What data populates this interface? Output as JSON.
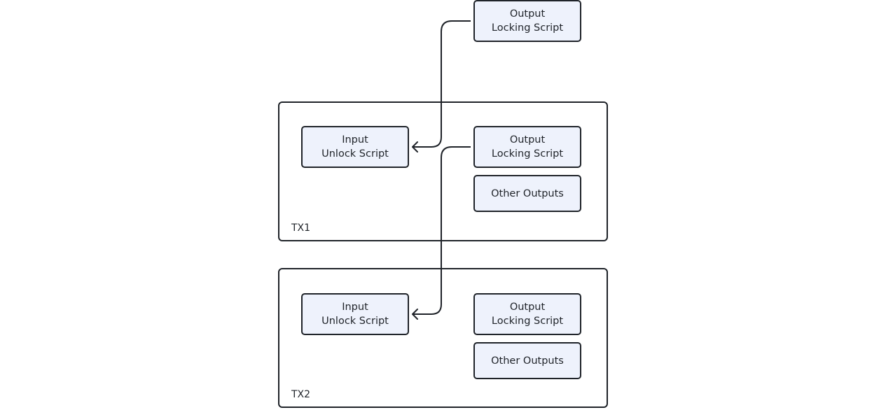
{
  "diagram": {
    "top_output": {
      "line1": "Output",
      "line2": "Locking Script"
    },
    "tx1": {
      "label": "TX1",
      "input": {
        "line1": "Input",
        "line2": "Unlock Script"
      },
      "output": {
        "line1": "Output",
        "line2": "Locking Script"
      },
      "other_outputs": "Other Outputs"
    },
    "tx2": {
      "label": "TX2",
      "input": {
        "line1": "Input",
        "line2": "Unlock Script"
      },
      "output": {
        "line1": "Output",
        "line2": "Locking Script"
      },
      "other_outputs": "Other Outputs"
    }
  },
  "colors": {
    "node_fill": "#eef2fc",
    "stroke": "#1f2329",
    "background": "#ffffff"
  }
}
